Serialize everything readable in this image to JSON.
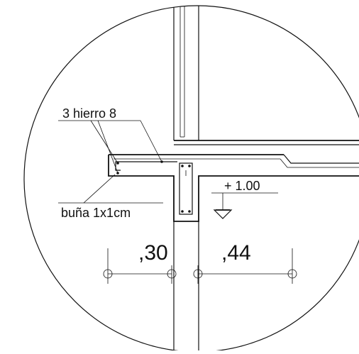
{
  "annotations": {
    "rebar_label": "3 hierro 8",
    "groove_label": "buña 1x1cm",
    "level_label": "+ 1.00"
  },
  "dimensions": {
    "left": ",30",
    "right": ",44"
  },
  "colors": {
    "ink": "#111111",
    "background": "#ffffff"
  }
}
